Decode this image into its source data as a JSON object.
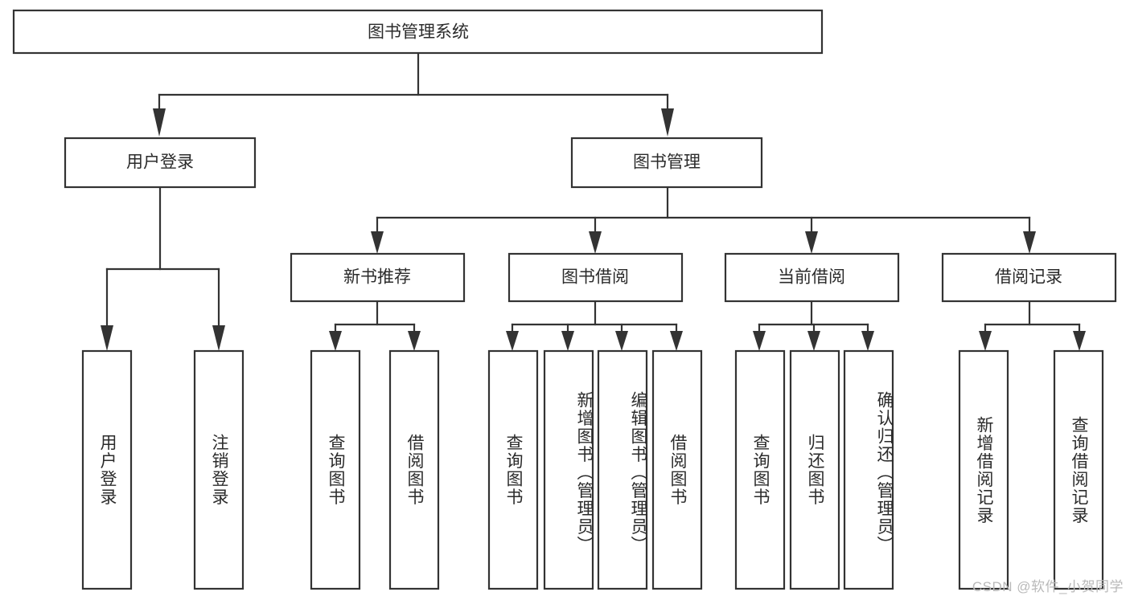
{
  "diagram": {
    "title": "图书管理系统",
    "type": "tree-hierarchy-chart",
    "root": {
      "label": "图书管理系统"
    },
    "level2": [
      {
        "label": "用户登录"
      },
      {
        "label": "图书管理"
      }
    ],
    "level3": [
      {
        "label": "新书推荐"
      },
      {
        "label": "图书借阅"
      },
      {
        "label": "当前借阅"
      },
      {
        "label": "借阅记录"
      }
    ],
    "leaves": {
      "user_login": [
        {
          "label": "用户登录"
        },
        {
          "label": "注销登录"
        }
      ],
      "new_book_recommend": [
        {
          "label": "查询图书"
        },
        {
          "label": "借阅图书"
        }
      ],
      "book_borrow": [
        {
          "label": "查询图书"
        },
        {
          "label": "新增图书（管理员）"
        },
        {
          "label": "编辑图书（管理员）"
        },
        {
          "label": "借阅图书"
        }
      ],
      "current_borrow": [
        {
          "label": "查询图书"
        },
        {
          "label": "归还图书"
        },
        {
          "label": "确认归还（管理员）"
        }
      ],
      "borrow_records": [
        {
          "label": "新增借阅记录"
        },
        {
          "label": "查询借阅记录"
        }
      ]
    }
  },
  "watermark": {
    "text": "CSDN @软件_小贺同学"
  },
  "colors": {
    "stroke": "#333333",
    "box_fill": "#ffffff",
    "text": "#2b2b2b",
    "watermark": "#b9b9b9",
    "background": "#ffffff"
  }
}
